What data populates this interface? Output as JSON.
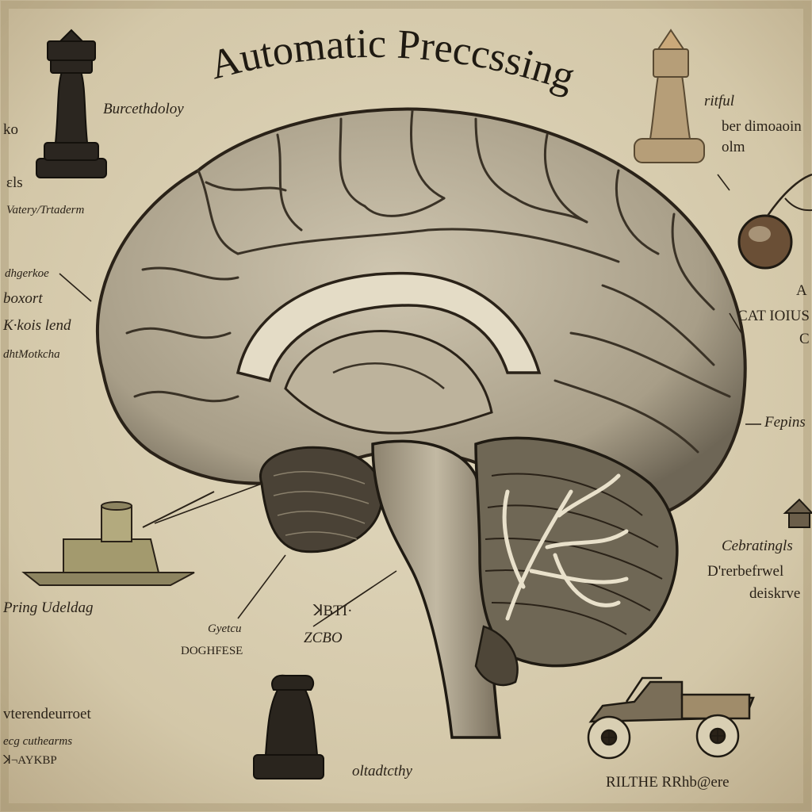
{
  "title": "Automatic Preccssing",
  "labels": {
    "top_left_chess": "Burcethdoloy",
    "left_edge_top": "ko",
    "left_els": "ɛls",
    "left_variety": "Vatery/Trtaderm",
    "left_block_1": "dhgerkoe",
    "left_block_2": "boxort",
    "left_block_3": "K·kois lend",
    "left_block_4": "dhtMotkcha",
    "ship_label": "Pring Udeldag",
    "pons_label_1": "Gyetcu",
    "pons_label_2": "DOGHFESE",
    "stem_label_1": "ꓘBTI·",
    "stem_label_2": "ZCBO",
    "bottom_left_1": "vterendeurroet",
    "bottom_left_2": "ecg cuthearms",
    "bottom_left_3": "ꓘ¬AYKBP",
    "bottom_center": "oltadtcthy",
    "top_right_1": "ritful",
    "top_right_2": "ber dimoaoin",
    "top_right_3": "olm",
    "right_A": "A",
    "right_cat": "CAT IOIUS E",
    "right_c": "C",
    "right_fepi": "Fepins",
    "right_block_1": "Cebratingls",
    "right_block_2": "D'rerbefrwel",
    "right_block_3": "deiskrve",
    "bottom_right": "RILTHE RRhb@ere"
  },
  "colors": {
    "parchment": "#d9cfb3",
    "ink": "#2a2218",
    "brain_fill": "#b8ae98",
    "brain_shade": "#8a806c",
    "ship_fill": "#a39a6e"
  },
  "icons": [
    "queen-chess-icon",
    "rook-chess-icon",
    "fruit-icon",
    "steamship-icon",
    "chess-piece-icon",
    "vintage-car-icon",
    "small-house-icon"
  ]
}
